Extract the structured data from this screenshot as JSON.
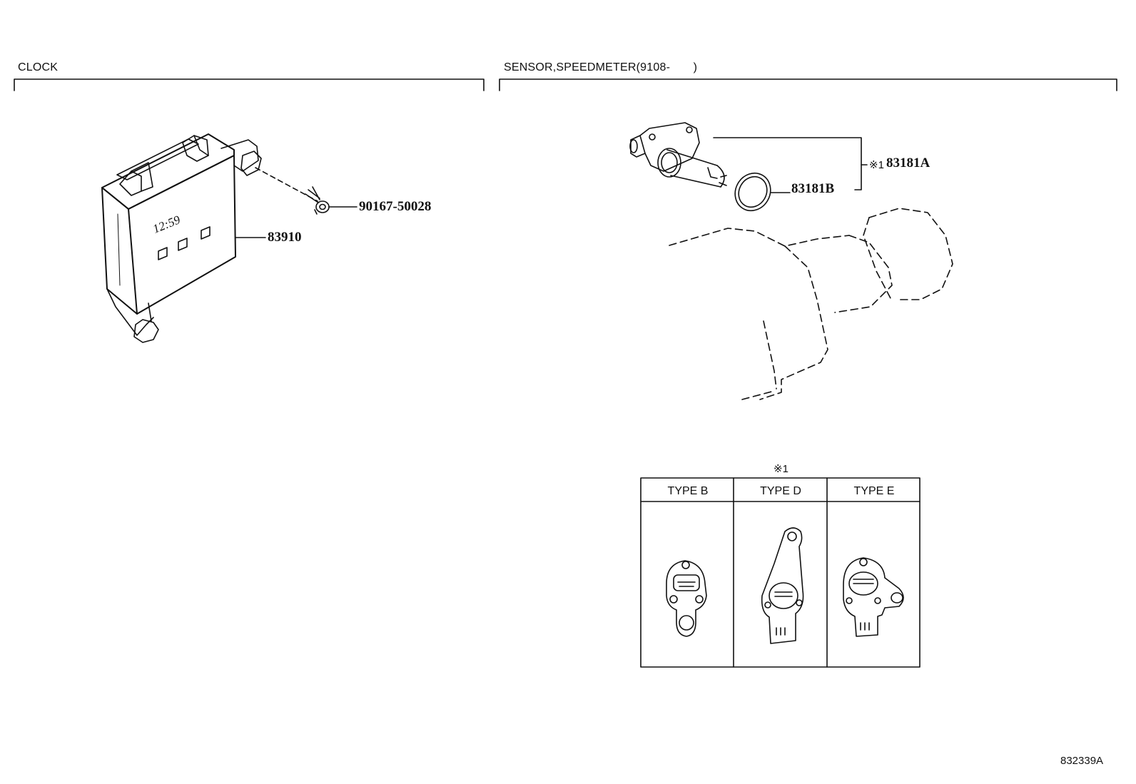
{
  "sections": {
    "clock": {
      "title": "CLOCK"
    },
    "sensor": {
      "title": "SENSOR,SPEEDMETER(9108-       )"
    }
  },
  "parts": {
    "clock_unit": "83910",
    "screw": "90167-50028",
    "sensor_assy": "83181A",
    "o_ring": "83181B",
    "note_mark": "※1"
  },
  "clock_display": "12:59",
  "type_table": {
    "note": "※1",
    "headers": [
      "TYPE B",
      "TYPE D",
      "TYPE E"
    ]
  },
  "diagram_id": "832339A"
}
